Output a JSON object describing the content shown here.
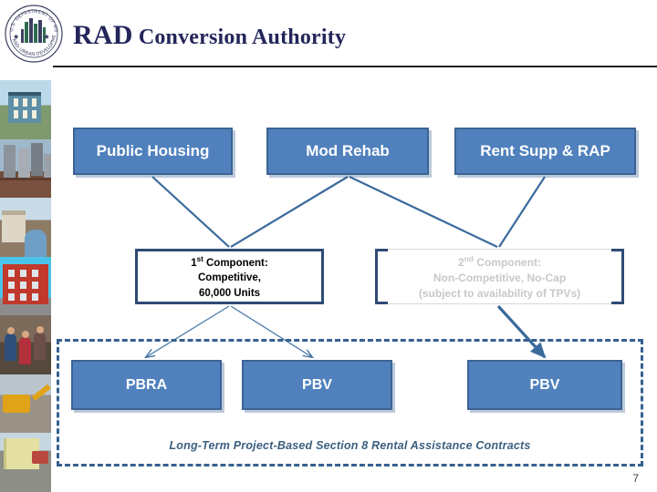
{
  "header": {
    "title_lead": "RAD",
    "title_rest": "Conversion Authority",
    "seal_name": "hud-seal",
    "seal_text_top": "U.S. DEPARTMENT OF HOUSING",
    "seal_text_bottom": "AND URBAN DEVELOPMENT"
  },
  "sidebar": {
    "photos": [
      {
        "name": "photo-teal-house",
        "alt": "Blue green single family house"
      },
      {
        "name": "photo-city-skyline",
        "alt": "City skyline with high rise towers"
      },
      {
        "name": "photo-resident-portrait",
        "alt": "Man standing in front of a building"
      },
      {
        "name": "photo-red-apartments",
        "alt": "Red multifamily apartment building"
      },
      {
        "name": "photo-family-group",
        "alt": "Group of residents standing together"
      },
      {
        "name": "photo-construction",
        "alt": "Excavator demolishing a structure"
      },
      {
        "name": "photo-yellow-building",
        "alt": "Yellow building with truck"
      }
    ]
  },
  "diagram": {
    "type": "flowchart",
    "programs": [
      {
        "id": "public-housing",
        "label": "Public Housing"
      },
      {
        "id": "mod-rehab",
        "label": "Mod Rehab"
      },
      {
        "id": "rent-supp-rap",
        "label": "Rent Supp & RAP"
      }
    ],
    "components": [
      {
        "id": "component-1",
        "ordinal": "1",
        "ordinal_suffix": "st",
        "heading": "Component:",
        "lines": [
          "Competitive,",
          "60,000 Units"
        ],
        "state": "active"
      },
      {
        "id": "component-2",
        "ordinal": "2",
        "ordinal_suffix": "nd",
        "heading": "Component:",
        "lines": [
          "Non-Competitive, No-Cap",
          "(subject to availability of TPVs)"
        ],
        "state": "faded"
      }
    ],
    "outcomes": [
      {
        "id": "pbra",
        "label": "PBRA"
      },
      {
        "id": "pbv-left",
        "label": "PBV"
      },
      {
        "id": "pbv-right",
        "label": "PBV"
      }
    ],
    "caption": "Long-Term Project-Based Section 8 Rental Assistance Contracts",
    "flows": [
      {
        "from": "public-housing",
        "to": "component-1"
      },
      {
        "from": "mod-rehab",
        "to": "component-1"
      },
      {
        "from": "mod-rehab",
        "to": "component-2"
      },
      {
        "from": "rent-supp-rap",
        "to": "component-2"
      },
      {
        "from": "component-1",
        "to": "pbra"
      },
      {
        "from": "component-1",
        "to": "pbv-left"
      },
      {
        "from": "component-2",
        "to": "pbv-right"
      }
    ]
  },
  "footer": {
    "page_number": "7"
  },
  "colors": {
    "box_fill": "#5081bd",
    "box_border": "#3c6394",
    "title": "#23265a",
    "connector": "#3b6a9c",
    "dashed_border": "#36608f",
    "caption": "#3b5f7f",
    "faded_text": "#c8c8c8"
  }
}
